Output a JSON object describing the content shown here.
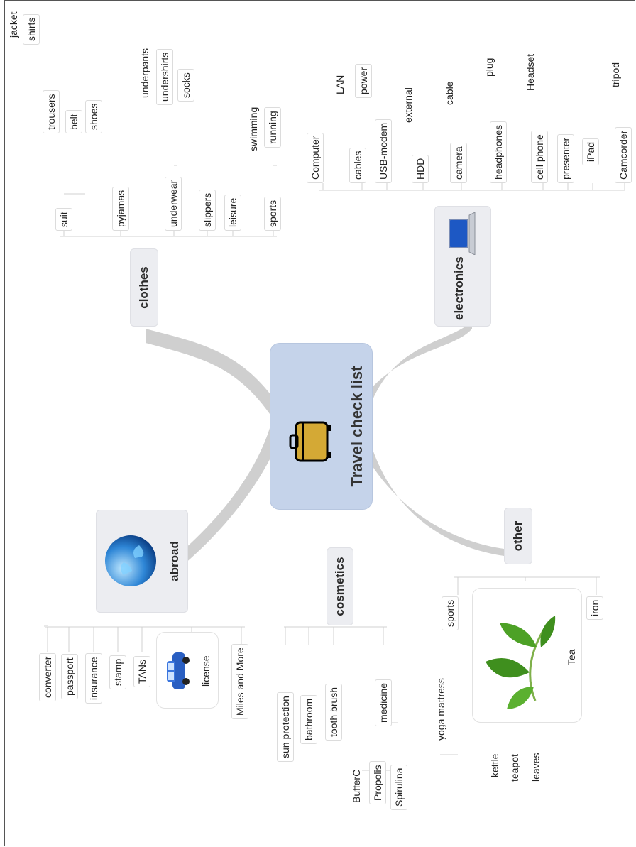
{
  "central": {
    "title": "Travel check list",
    "icon": "suitcase-icon"
  },
  "branches": {
    "abroad": {
      "label": "abroad",
      "icon": "globe-icon",
      "items": [
        "converter",
        "passport",
        "insurance",
        "stamp",
        "TANs"
      ],
      "license": {
        "label": "license",
        "icon": "car-icon"
      },
      "extra": "Miles and More"
    },
    "cosmetics": {
      "label": "cosmetics",
      "items": [
        "sun protection",
        "bathroom",
        "tooth brush"
      ],
      "medicine": {
        "label": "medicine",
        "children": [
          "BufferC",
          "Propolis",
          "Spirulina"
        ]
      }
    },
    "other": {
      "label": "other",
      "sports": {
        "label": "sports",
        "children": [
          "yoga mattress"
        ]
      },
      "tea": {
        "label": "Tea",
        "icon": "tea-leaf-icon",
        "children": [
          "kettle",
          "teapot",
          "leaves"
        ]
      },
      "iron": "iron"
    },
    "clothes": {
      "label": "clothes",
      "suit": {
        "label": "suit",
        "children": [
          "jacket",
          "shirts",
          "trousers",
          "belt",
          "shoes"
        ]
      },
      "pyjamas": "pyjamas",
      "underwear": {
        "label": "underwear",
        "children": [
          "underpants",
          "undershirts",
          "socks"
        ]
      },
      "slippers": "slippers",
      "leisure": "leisure",
      "sports": {
        "label": "sports",
        "children": [
          "swimming",
          "running"
        ]
      }
    },
    "electronics": {
      "label": "electronics",
      "icon": "laptop-icon",
      "computer": "Computer",
      "cables": {
        "label": "cables",
        "children": [
          "LAN",
          "power"
        ]
      },
      "usb_modem": "USB-modem",
      "hdd": {
        "label": "HDD",
        "children": [
          "external"
        ]
      },
      "camera": {
        "label": "camera",
        "children": [
          "cable"
        ]
      },
      "headphones": {
        "label": "headphones",
        "children": [
          "plug"
        ]
      },
      "cell_phone": {
        "label": "cell phone",
        "children": [
          "Headset"
        ]
      },
      "presenter": "presenter",
      "ipad": "iPad",
      "camcorder": {
        "label": "Camcorder",
        "children": [
          "tripod"
        ]
      }
    }
  }
}
